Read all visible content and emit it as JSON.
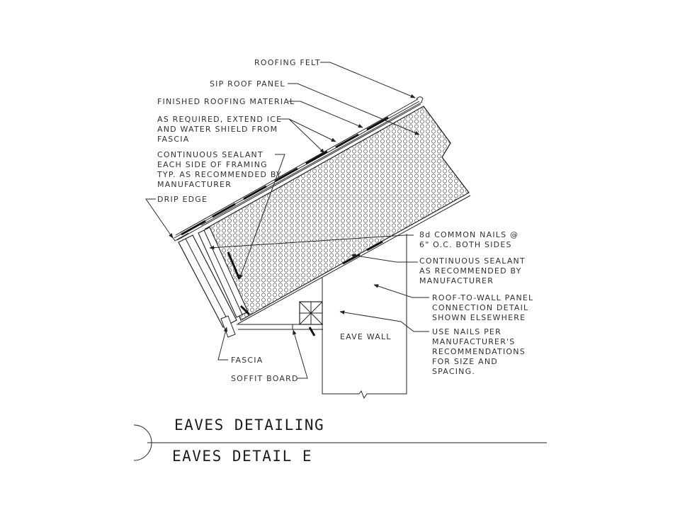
{
  "labels": {
    "roofing_felt": "ROOFING FELT",
    "sip_roof_panel": "SIP ROOF PANEL",
    "finished_roofing": "FINISHED ROOFING MATERIAL",
    "ice_shield": [
      "AS REQUIRED, EXTEND ICE",
      "AND WATER SHIELD FROM",
      "FASCIA"
    ],
    "sealant_framing": [
      "CONTINUOUS SEALANT",
      "EACH SIDE OF FRAMING",
      "TYP. AS RECOMMENDED BY",
      "MANUFACTURER"
    ],
    "drip_edge": "DRIP EDGE",
    "nails_8d": [
      "8d COMMON NAILS @",
      "6\" O.C. BOTH SIDES"
    ],
    "sealant_manufacturer": [
      "CONTINUOUS SEALANT",
      "AS RECOMMENDED BY",
      "MANUFACTURER"
    ],
    "roof_to_wall": [
      "ROOF-TO-WALL PANEL",
      "CONNECTION DETAIL",
      "SHOWN ELSEWHERE"
    ],
    "use_nails": [
      "USE NAILS PER",
      "MANUFACTURER'S",
      "RECOMMENDATIONS",
      "FOR SIZE AND",
      "SPACING."
    ],
    "eave_wall": "EAVE WALL",
    "fascia": "FASCIA",
    "soffit_board": "SOFFIT BOARD"
  },
  "title": {
    "main": "EAVES DETAILING",
    "sub": "EAVES DETAIL E"
  }
}
